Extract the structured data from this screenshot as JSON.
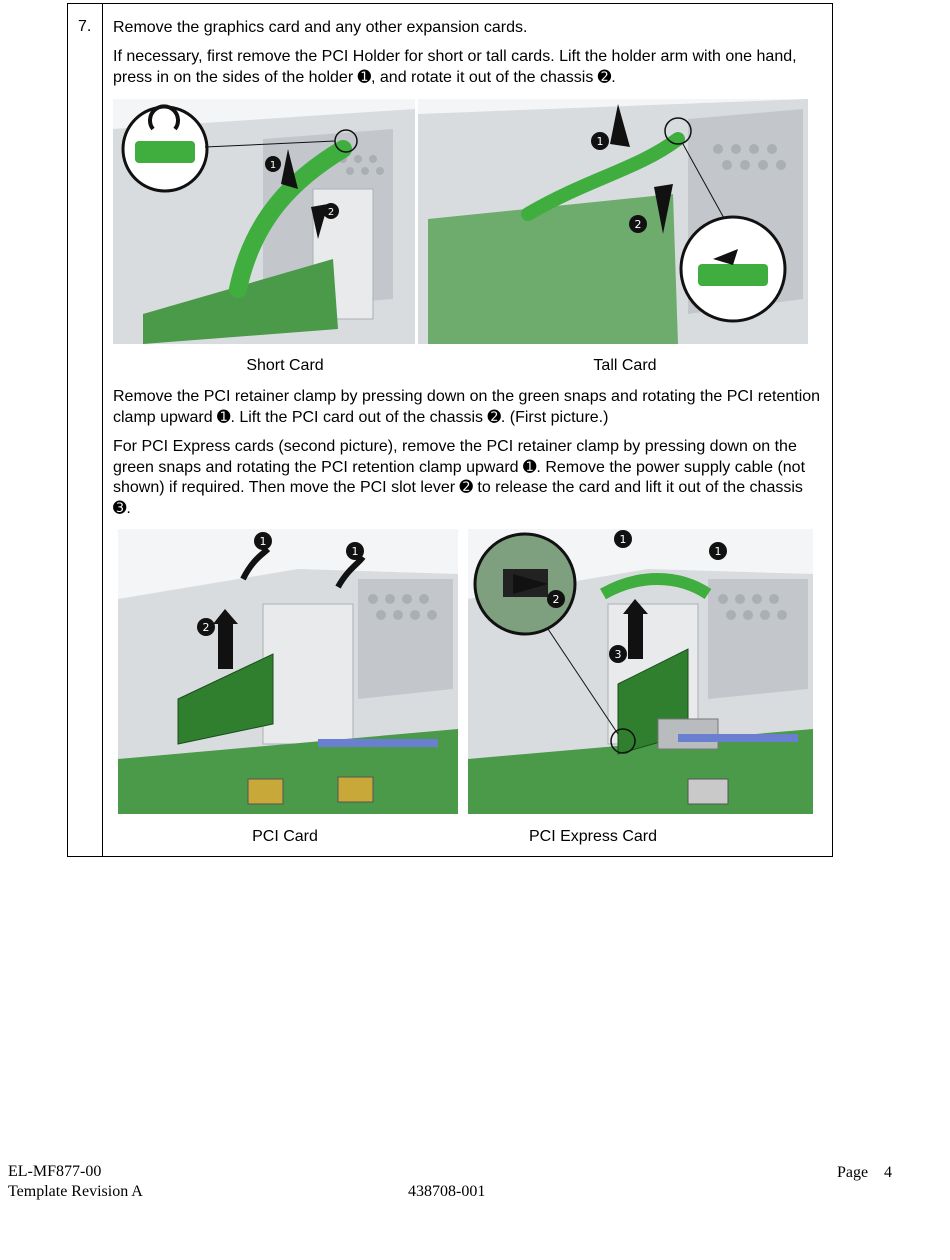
{
  "step": {
    "number": "7.",
    "title": "Remove the graphics card and any other expansion cards.",
    "para1": "If necessary, first remove the PCI Holder for short or tall cards. Lift the holder arm with one hand, press in on the sides of the holder ➊, and rotate it out of the chassis ➋.",
    "caption_short": "Short Card",
    "caption_tall": "Tall Card",
    "para2": "Remove the PCI retainer clamp by pressing down on the green snaps and rotating the PCI retention clamp upward ➊. Lift the PCI card out of the chassis ➋. (First picture.)",
    "para3": "For PCI Express cards (second picture), remove the PCI retainer clamp by pressing down on the green snaps and rotating the PCI retention clamp upward ➊. Remove the power supply cable (not shown) if required. Then move the PCI slot lever ➋ to release the card and lift it out of the chassis ➌.",
    "caption_pci": "PCI Card",
    "caption_pcie": "PCI Express Card",
    "callouts": {
      "one": "1",
      "two": "2",
      "three": "3"
    }
  },
  "footer": {
    "doc_id": "EL-MF877-00",
    "template": "Template Revision A",
    "part_number": "438708-001",
    "page_label": "Page",
    "page_number": "4"
  },
  "colors": {
    "green": "#3fae3f",
    "board": "#4a9a4a",
    "chassis": "#d9dcdf"
  }
}
